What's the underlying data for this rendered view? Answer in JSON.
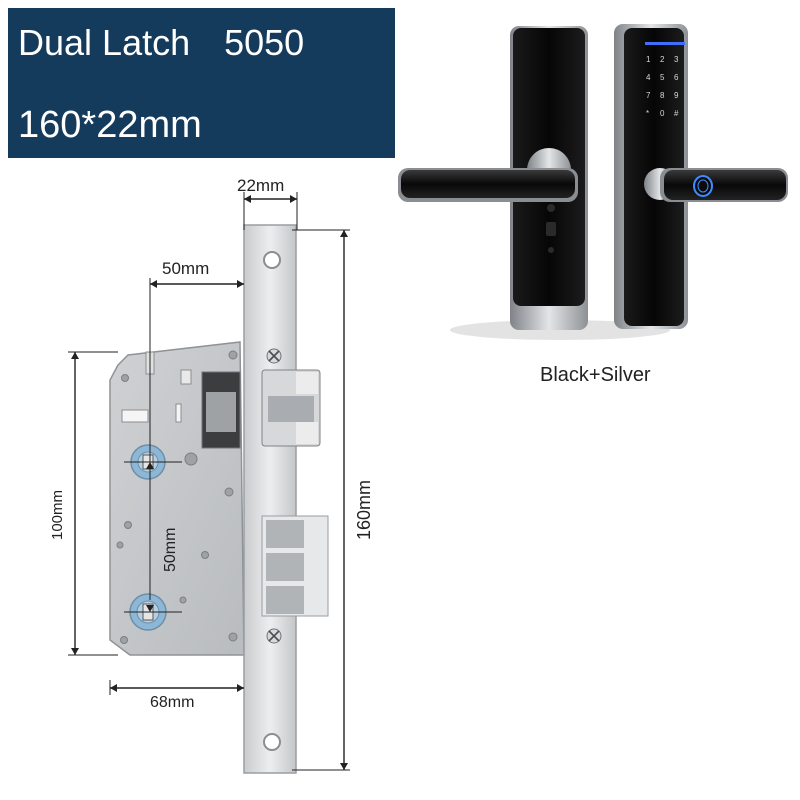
{
  "banner": {
    "title": "Dual Latch",
    "model": "5050",
    "size": "160*22mm",
    "background": "#143a5c"
  },
  "dimensions": {
    "faceplate_width": "22mm",
    "backset": "50mm",
    "case_height": "100mm",
    "spindle_spacing": "50mm",
    "faceplate_length": "160mm",
    "case_depth": "68mm"
  },
  "product": {
    "color_label": "Black+Silver"
  }
}
